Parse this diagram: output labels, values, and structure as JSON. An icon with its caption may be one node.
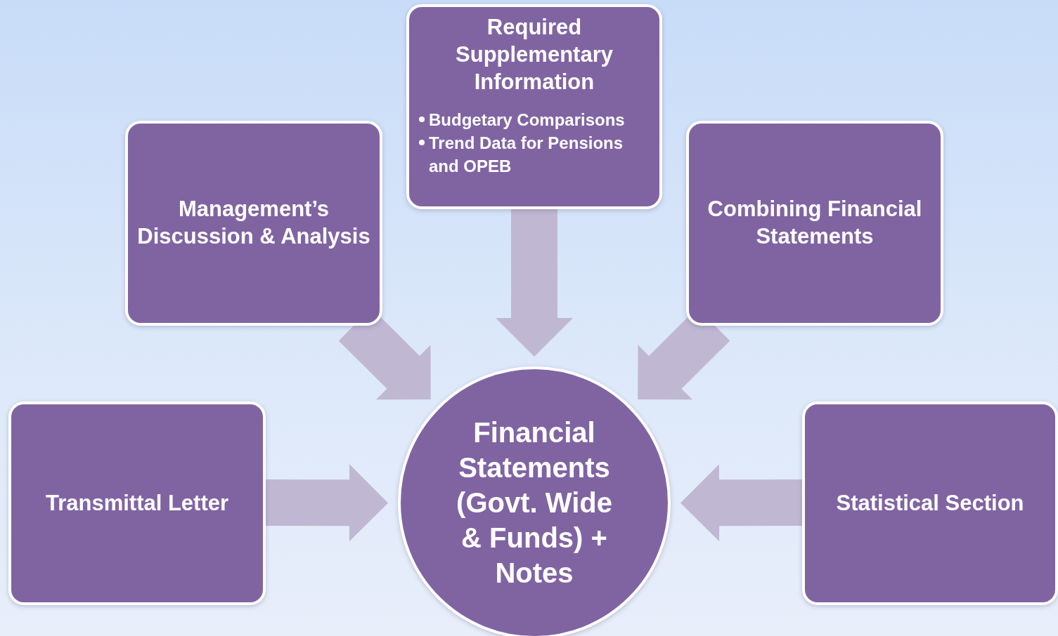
{
  "diagram": {
    "nodes": [
      {
        "text": [
          "Required Supplementary Information",
          "Budgetary Comparisons",
          "Trend Data for Pensions and OPEB"
        ]
      },
      {
        "text": [
          "Management’s Discussion & Analysis"
        ]
      },
      {
        "text": [
          "Combining Financial Statements"
        ]
      },
      {
        "text": [
          "Transmittal Letter"
        ]
      },
      {
        "text": [
          "Financial Statements (Govt. Wide & Funds) + Notes"
        ]
      },
      {
        "text": [
          "Statistical Section"
        ]
      }
    ],
    "edges": [
      {
        "from": 0,
        "to": 4,
        "arrow": "to"
      },
      {
        "from": 1,
        "to": 4,
        "arrow": "to"
      },
      {
        "from": 2,
        "to": 4,
        "arrow": "to"
      },
      {
        "from": 3,
        "to": 4,
        "arrow": "to"
      },
      {
        "from": 5,
        "to": 4,
        "arrow": "to"
      }
    ]
  }
}
